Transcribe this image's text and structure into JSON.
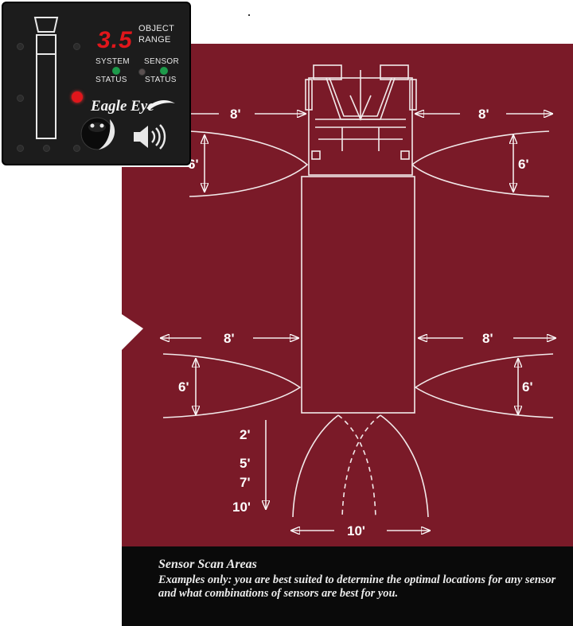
{
  "control_panel": {
    "range_readout": "3.5",
    "object_label_1": "OBJECT",
    "object_label_2": "RANGE",
    "system_label_1": "SYSTEM",
    "system_label_2": "STATUS",
    "sensor_label_1": "SENSOR",
    "sensor_label_2": "STATUS",
    "brand": "Eagle Eye",
    "readout_color": "#e0161b",
    "status_led_color": "#1d9a4a",
    "alert_led_color": "#e0161b"
  },
  "diagram": {
    "background_color": "#7a1a28",
    "front_left_width": "8'",
    "front_right_width": "8'",
    "front_left_depth": "6'",
    "front_right_depth": "6'",
    "rear_left_width": "8'",
    "rear_right_width": "8'",
    "rear_left_depth": "6'",
    "rear_right_depth": "6'",
    "back_distance_1": "2'",
    "back_distance_2": "5'",
    "back_distance_3": "7'",
    "back_distance_4": "10'",
    "back_width": "10'"
  },
  "caption": {
    "title": "Sensor Scan Areas",
    "body": "Examples only: you are best suited to determine the optimal locations for any sensor and what combinations of sensors are best for you."
  }
}
